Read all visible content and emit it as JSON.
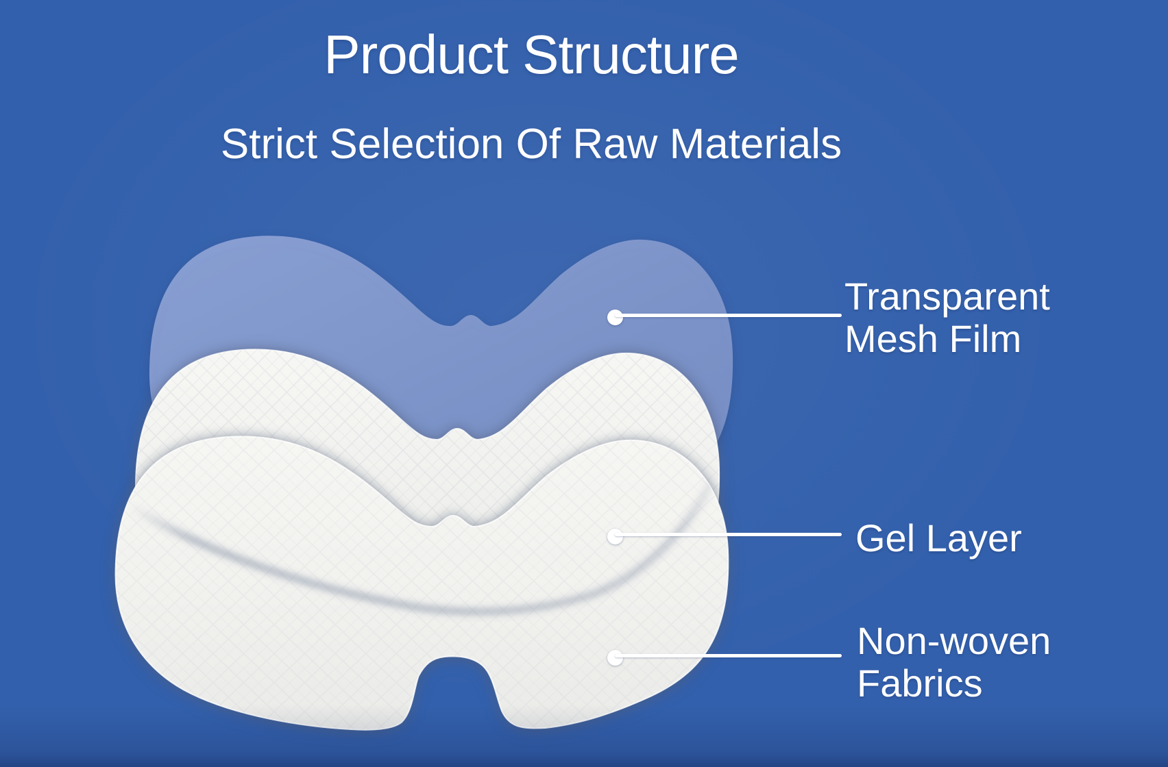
{
  "header": {
    "title": "Product Structure",
    "subtitle": "Strict Selection Of Raw Materials"
  },
  "diagram": {
    "description": "Exploded view of a three-layer under-eye gel patch",
    "layers": [
      {
        "id": "mesh-film",
        "label_line1": "Transparent",
        "label_line2": "Mesh Film"
      },
      {
        "id": "gel",
        "label_line1": "Gel Layer",
        "label_line2": ""
      },
      {
        "id": "non-woven",
        "label_line1": "Non-woven",
        "label_line2": "Fabrics"
      }
    ]
  },
  "colors": {
    "background": "#3360ac",
    "mesh_film": "#8197cb",
    "gel_layer": "#f0f1ee",
    "nonwoven_layer": "#f2f2ef",
    "text": "#ffffff",
    "leader": "#ffffff"
  }
}
